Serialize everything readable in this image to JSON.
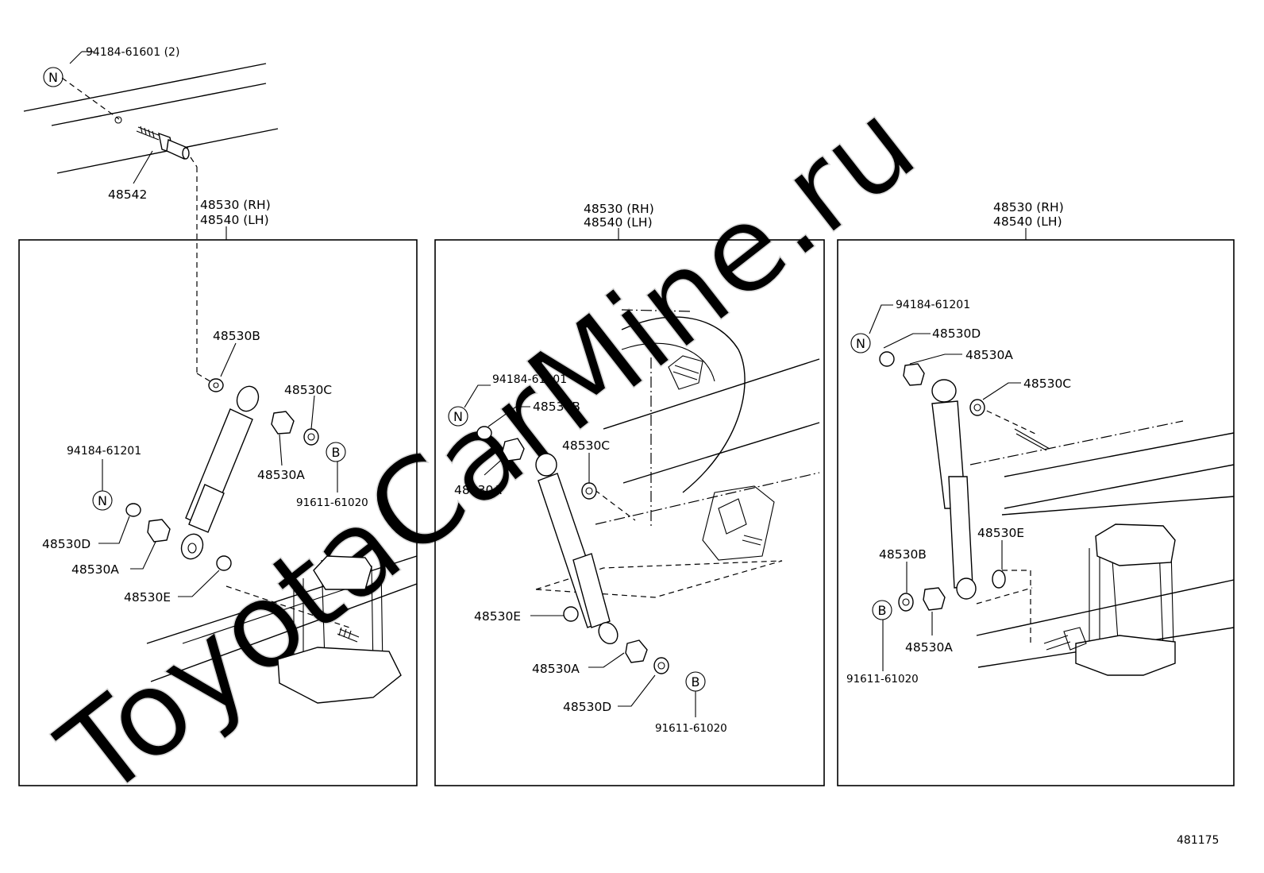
{
  "watermark": "ToyotaCarMine.ru",
  "diagram_id": "481175",
  "symbols": {
    "n": "N",
    "b": "B"
  },
  "top": {
    "bolt_ref": "94184-61601 (2)",
    "pin": "48542"
  },
  "panels": [
    {
      "header_rh": "48530 (RH)",
      "header_lh": "48540 (LH)",
      "labels": {
        "b": "48530B",
        "c": "48530C",
        "nref": "94184-61201",
        "a_top": "48530A",
        "bref": "91611-61020",
        "d": "48530D",
        "a": "48530A",
        "e": "48530E"
      }
    },
    {
      "header_rh": "48530 (RH)",
      "header_lh": "48540 (LH)",
      "labels": {
        "nref": "94184-61201",
        "b": "48530B",
        "c": "48530C",
        "a_top": "48530A",
        "e": "48530E",
        "a": "48530A",
        "d": "48530D",
        "bref": "91611-61020"
      }
    },
    {
      "header_rh": "48530 (RH)",
      "header_lh": "48540 (LH)",
      "labels": {
        "nref": "94184-61201",
        "d": "48530D",
        "a_top": "48530A",
        "c": "48530C",
        "e": "48530E",
        "b": "48530B",
        "a": "48530A",
        "bref": "91611-61020"
      }
    }
  ]
}
